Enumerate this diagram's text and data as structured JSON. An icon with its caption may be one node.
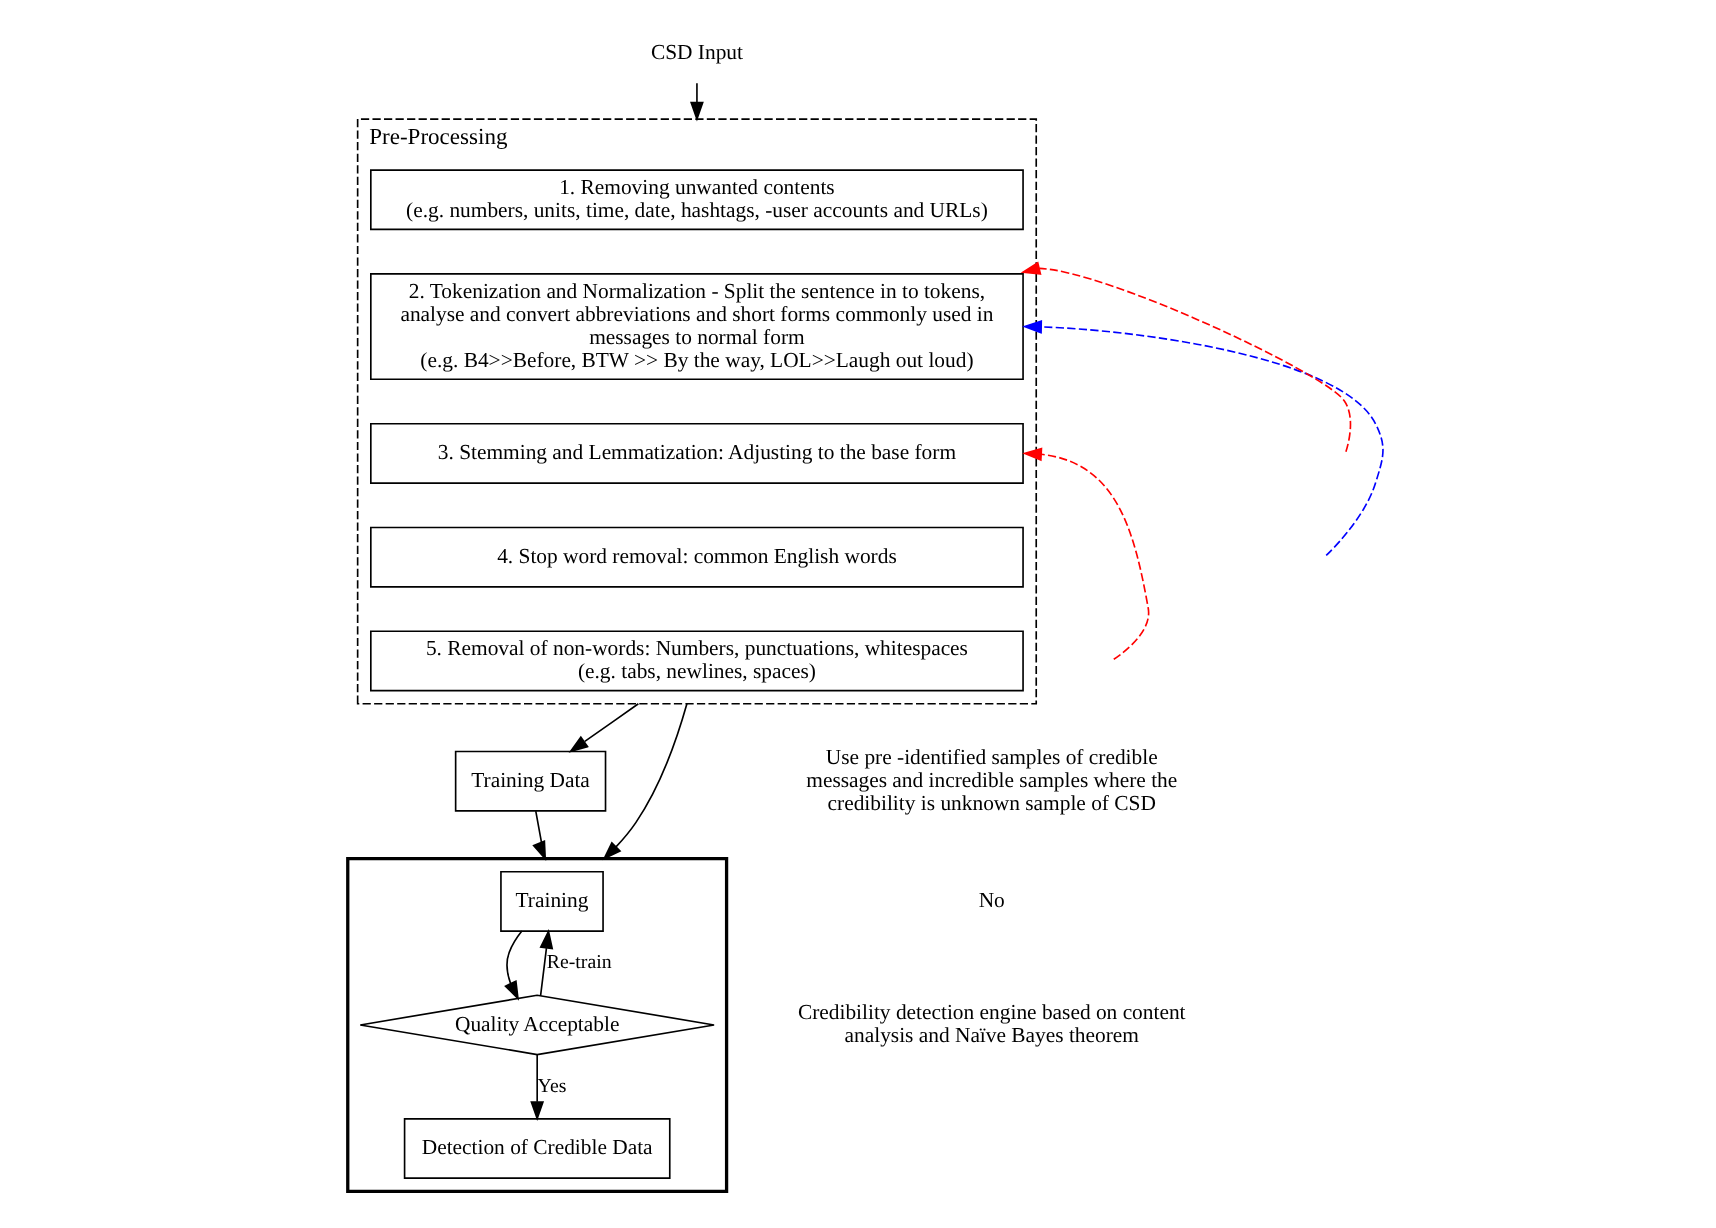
{
  "diagram": {
    "nodes": [
      {
        "text": [
          "CSD Input"
        ]
      },
      {
        "text": [
          "Pre-Processing"
        ]
      },
      {
        "text": [
          "1. Removing unwanted contents",
          "(e.g. numbers, units, time, date, hashtags, -user accounts and URLs)"
        ],
        "in": 1
      },
      {
        "text": [
          "2. Tokenization and Normalization - Split the sentence in to tokens, analyse and convert abbreviations and short forms commonly used in messages to normal form",
          "(e.g. B4>>Before, BTW >> By the way, LOL>>Laugh out loud)"
        ],
        "in": 1
      },
      {
        "text": [
          "3. Stemming and Lemmatization: Adjusting to the base form"
        ],
        "in": 1
      },
      {
        "text": [
          "4. Stop word removal: common English words"
        ],
        "in": 1
      },
      {
        "text": [
          "5. Removal of non-words: Numbers, punctuations, whitespaces",
          "(e.g. tabs, newlines, spaces)"
        ],
        "in": 1
      },
      {
        "text": [
          "Training Data"
        ]
      },
      {
        "text": [],
        "shape": "box"
      },
      {
        "text": [
          "Training"
        ],
        "in": 8
      },
      {
        "text": [
          "Quality Acceptable"
        ],
        "in": 8
      },
      {
        "text": [
          "Detection of Credible Data"
        ],
        "in": 8
      }
    ],
    "edges": [
      {
        "from": 0,
        "to": 1,
        "arrow": "to"
      },
      {
        "from": 1,
        "to": 7,
        "arrow": "to"
      },
      {
        "from": 1,
        "to": 8,
        "arrow": "to"
      },
      {
        "from": 7,
        "to": 8,
        "arrow": "to"
      },
      {
        "from": 9,
        "to": 10,
        "arrow": "to"
      },
      {
        "from": 10,
        "to": 11,
        "arrow": "to",
        "label": "Yes"
      },
      {
        "from": 10,
        "to": 9,
        "arrow": "to",
        "label": "Re-train"
      },
      {
        "from": null,
        "to": 3,
        "arrow": "to",
        "style": "dashed",
        "color": "#0000ff"
      },
      {
        "from": null,
        "to": 3,
        "arrow": "to",
        "style": "dashed",
        "color": "#ff0000"
      },
      {
        "from": null,
        "to": 4,
        "arrow": "to",
        "style": "dashed",
        "color": "#ff0000"
      }
    ],
    "labels": [
      "Use pre -identified samples of credible messages and incredible samples where the credibility is unknown sample of CSD",
      "No",
      "Credibility detection engine based on content analysis and Naïve Bayes theorem"
    ]
  }
}
